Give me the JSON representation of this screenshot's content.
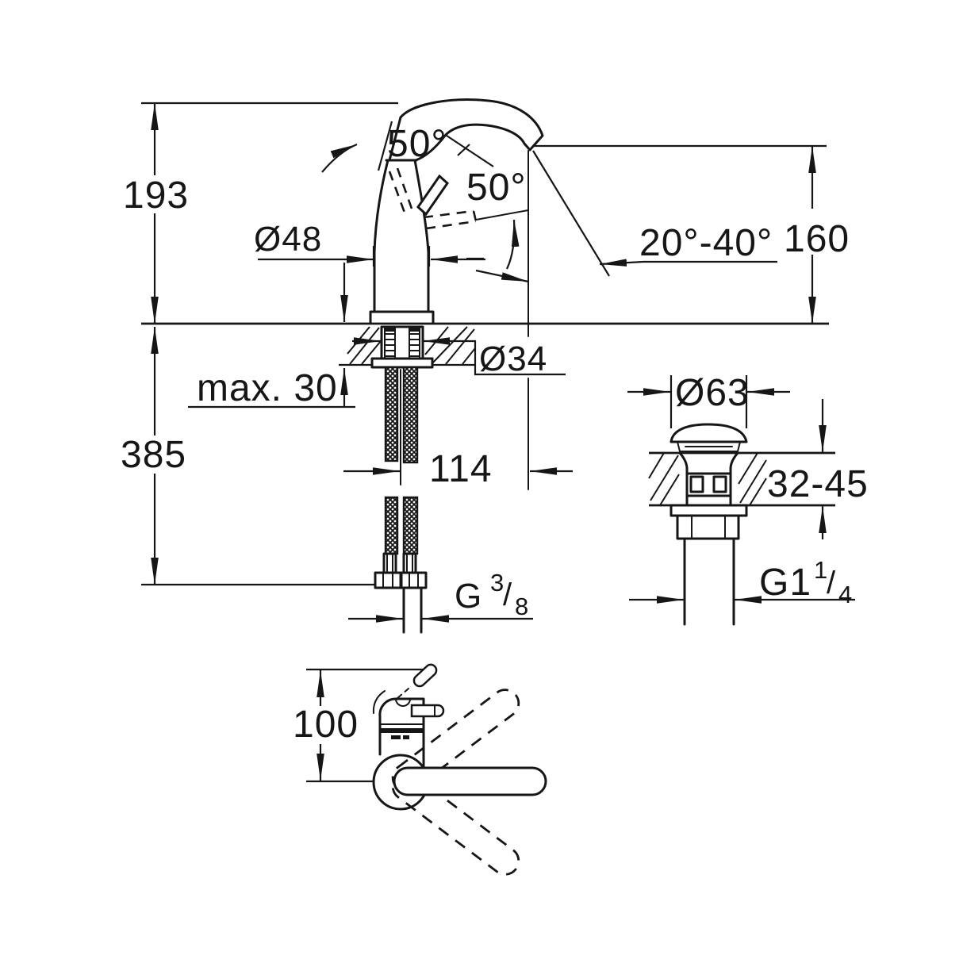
{
  "drawing": {
    "type": "faucet-installation-dimension-drawing",
    "background_color": "#ffffff",
    "line_color": "#161616"
  },
  "labels": {
    "total_height": "193",
    "below_deck_height": "385",
    "deck_thickness_max": "max. 30",
    "body_diameter": "Ø48",
    "handle_open_angle": "50°",
    "handle_swing_angle": "50°",
    "stream_angle_range": "20°-40°",
    "spout_outlet_height": "160",
    "mounting_hole_diameter": "Ø34",
    "spout_reach": "114",
    "waste_cap_diameter": "Ø63",
    "waste_deck_thickness_range": "32-45",
    "handle_projection": "100",
    "supply_thread": {
      "prefix": "G",
      "numerator": "3",
      "slash": "/",
      "denominator": "8"
    },
    "waste_thread": {
      "prefix": "G1",
      "numerator": "1",
      "slash": "/",
      "denominator": "4"
    }
  }
}
